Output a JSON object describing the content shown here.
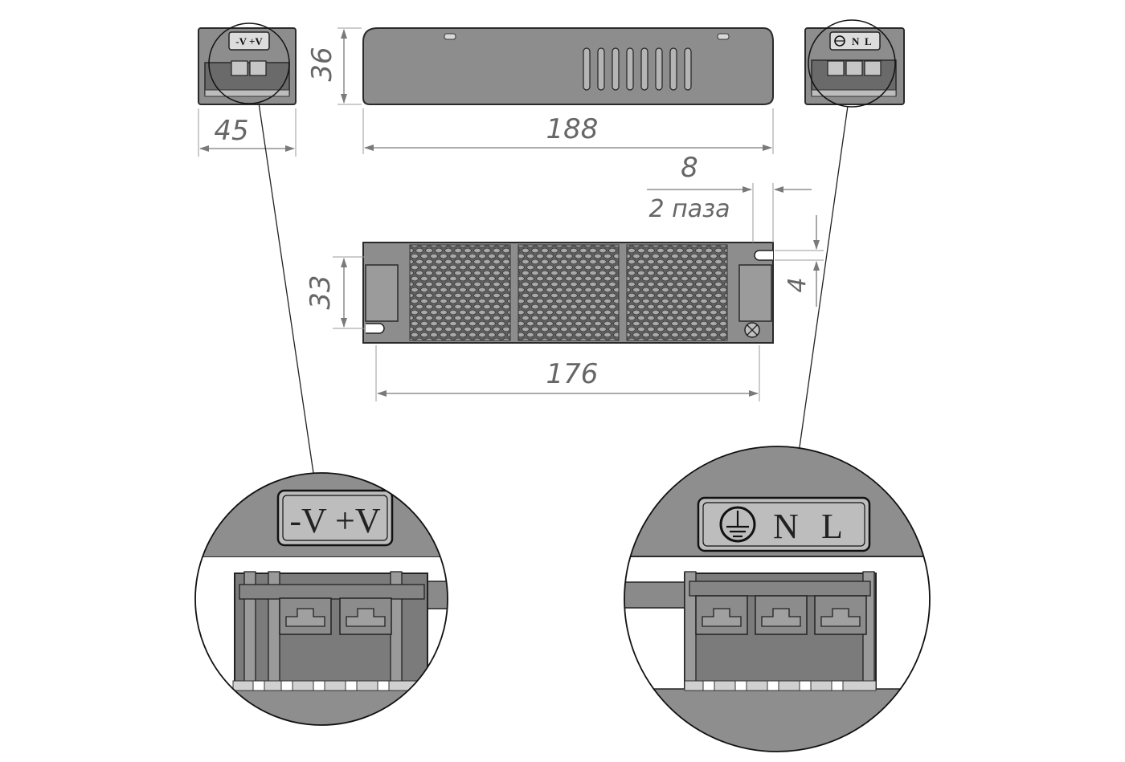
{
  "dimensions": {
    "height_side": "36",
    "length_side": "188",
    "width_end": "45",
    "slot_width": "8",
    "slot_count": "2 паза",
    "height_top": "33",
    "slot_depth": "4",
    "length_top": "176"
  },
  "terminals": {
    "output_label": "-V +V",
    "input_label_n": "N",
    "input_label_l": "L",
    "earth_symbol": "ground-icon"
  },
  "colors": {
    "housing": "#8d8d8d",
    "outline": "#2a2a2a",
    "dimension": "#7a7a7a"
  }
}
